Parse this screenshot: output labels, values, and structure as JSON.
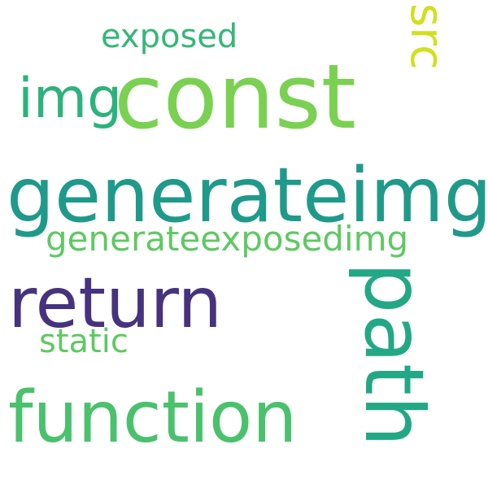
{
  "words": {
    "const": {
      "text": "const",
      "color": "#7ad151"
    },
    "generateimg": {
      "text": "generateimg",
      "color": "#1f9a8a"
    },
    "return": {
      "text": "return",
      "color": "#46327e"
    },
    "function": {
      "text": "function",
      "color": "#4ac16d"
    },
    "path": {
      "text": "path",
      "color": "#22a884"
    },
    "generateexposedimg": {
      "text": "generateexposedimg",
      "color": "#5ec962"
    },
    "img": {
      "text": "img",
      "color": "#2db27d"
    },
    "exposed": {
      "text": "exposed",
      "color": "#35b779"
    },
    "src": {
      "text": "src",
      "color": "#d0e11c"
    },
    "static": {
      "text": "static",
      "color": "#5ec962"
    }
  }
}
